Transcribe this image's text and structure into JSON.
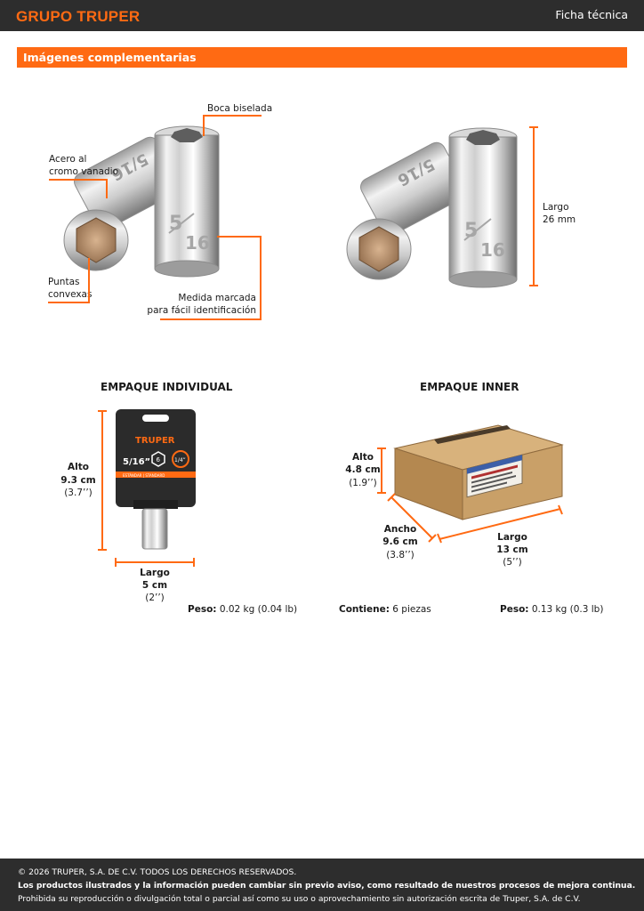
{
  "header": {
    "brand": "GRUPO TRUPER",
    "doc_type": "Ficha técnica"
  },
  "section": {
    "title": "Imágenes complementarias"
  },
  "product_callouts": {
    "boca": "Boca biselada",
    "acero_1": "Acero al",
    "acero_2": "cromo vanadio",
    "puntas_1": "Puntas",
    "puntas_2": "convexas",
    "medida_1": "Medida marcada",
    "medida_2": "para fácil identificación",
    "largo_1": "Largo",
    "largo_2": "26 mm",
    "marking_top": "5",
    "marking_bottom": "16"
  },
  "individual": {
    "heading": "EMPAQUE INDIVIDUAL",
    "alto_label": "Alto",
    "alto_value": "9.3 cm",
    "alto_inch": "(3.7’’)",
    "largo_label": "Largo",
    "largo_value": "5 cm",
    "largo_inch": "(2’’)",
    "peso_label": "Peso:",
    "peso_value": "0.02 kg (0.04 lb)",
    "card_brand": "TRUPER",
    "card_size": "5/16”",
    "card_hex": "6",
    "card_drive": "1/4”",
    "card_strip": "ESTÁNDAR | STANDARD"
  },
  "inner": {
    "heading": "EMPAQUE INNER",
    "alto_label": "Alto",
    "alto_value": "4.8 cm",
    "alto_inch": "(1.9’’)",
    "ancho_label": "Ancho",
    "ancho_value": "9.6 cm",
    "ancho_inch": "(3.8’’)",
    "largo_label": "Largo",
    "largo_value": "13 cm",
    "largo_inch": "(5’’)",
    "contiene_label": "Contiene:",
    "contiene_value": "6 piezas",
    "peso_label": "Peso:",
    "peso_value": "0.13 kg (0.3 lb)"
  },
  "footer": {
    "line1": "© 2026 TRUPER, S.A. DE C.V. TODOS LOS DERECHOS RESERVADOS.",
    "line2": "Los productos ilustrados y la información pueden cambiar sin previo aviso, como resultado de nuestros procesos de mejora continua.",
    "line3": "Prohibida su reproducción o divulgación total o parcial así como su uso o aprovechamiento sin autorización escrita de Truper, S.A. de C.V."
  },
  "colors": {
    "accent": "#ff6a13",
    "dark": "#2d2d2d",
    "cardboard": "#c29a63"
  }
}
